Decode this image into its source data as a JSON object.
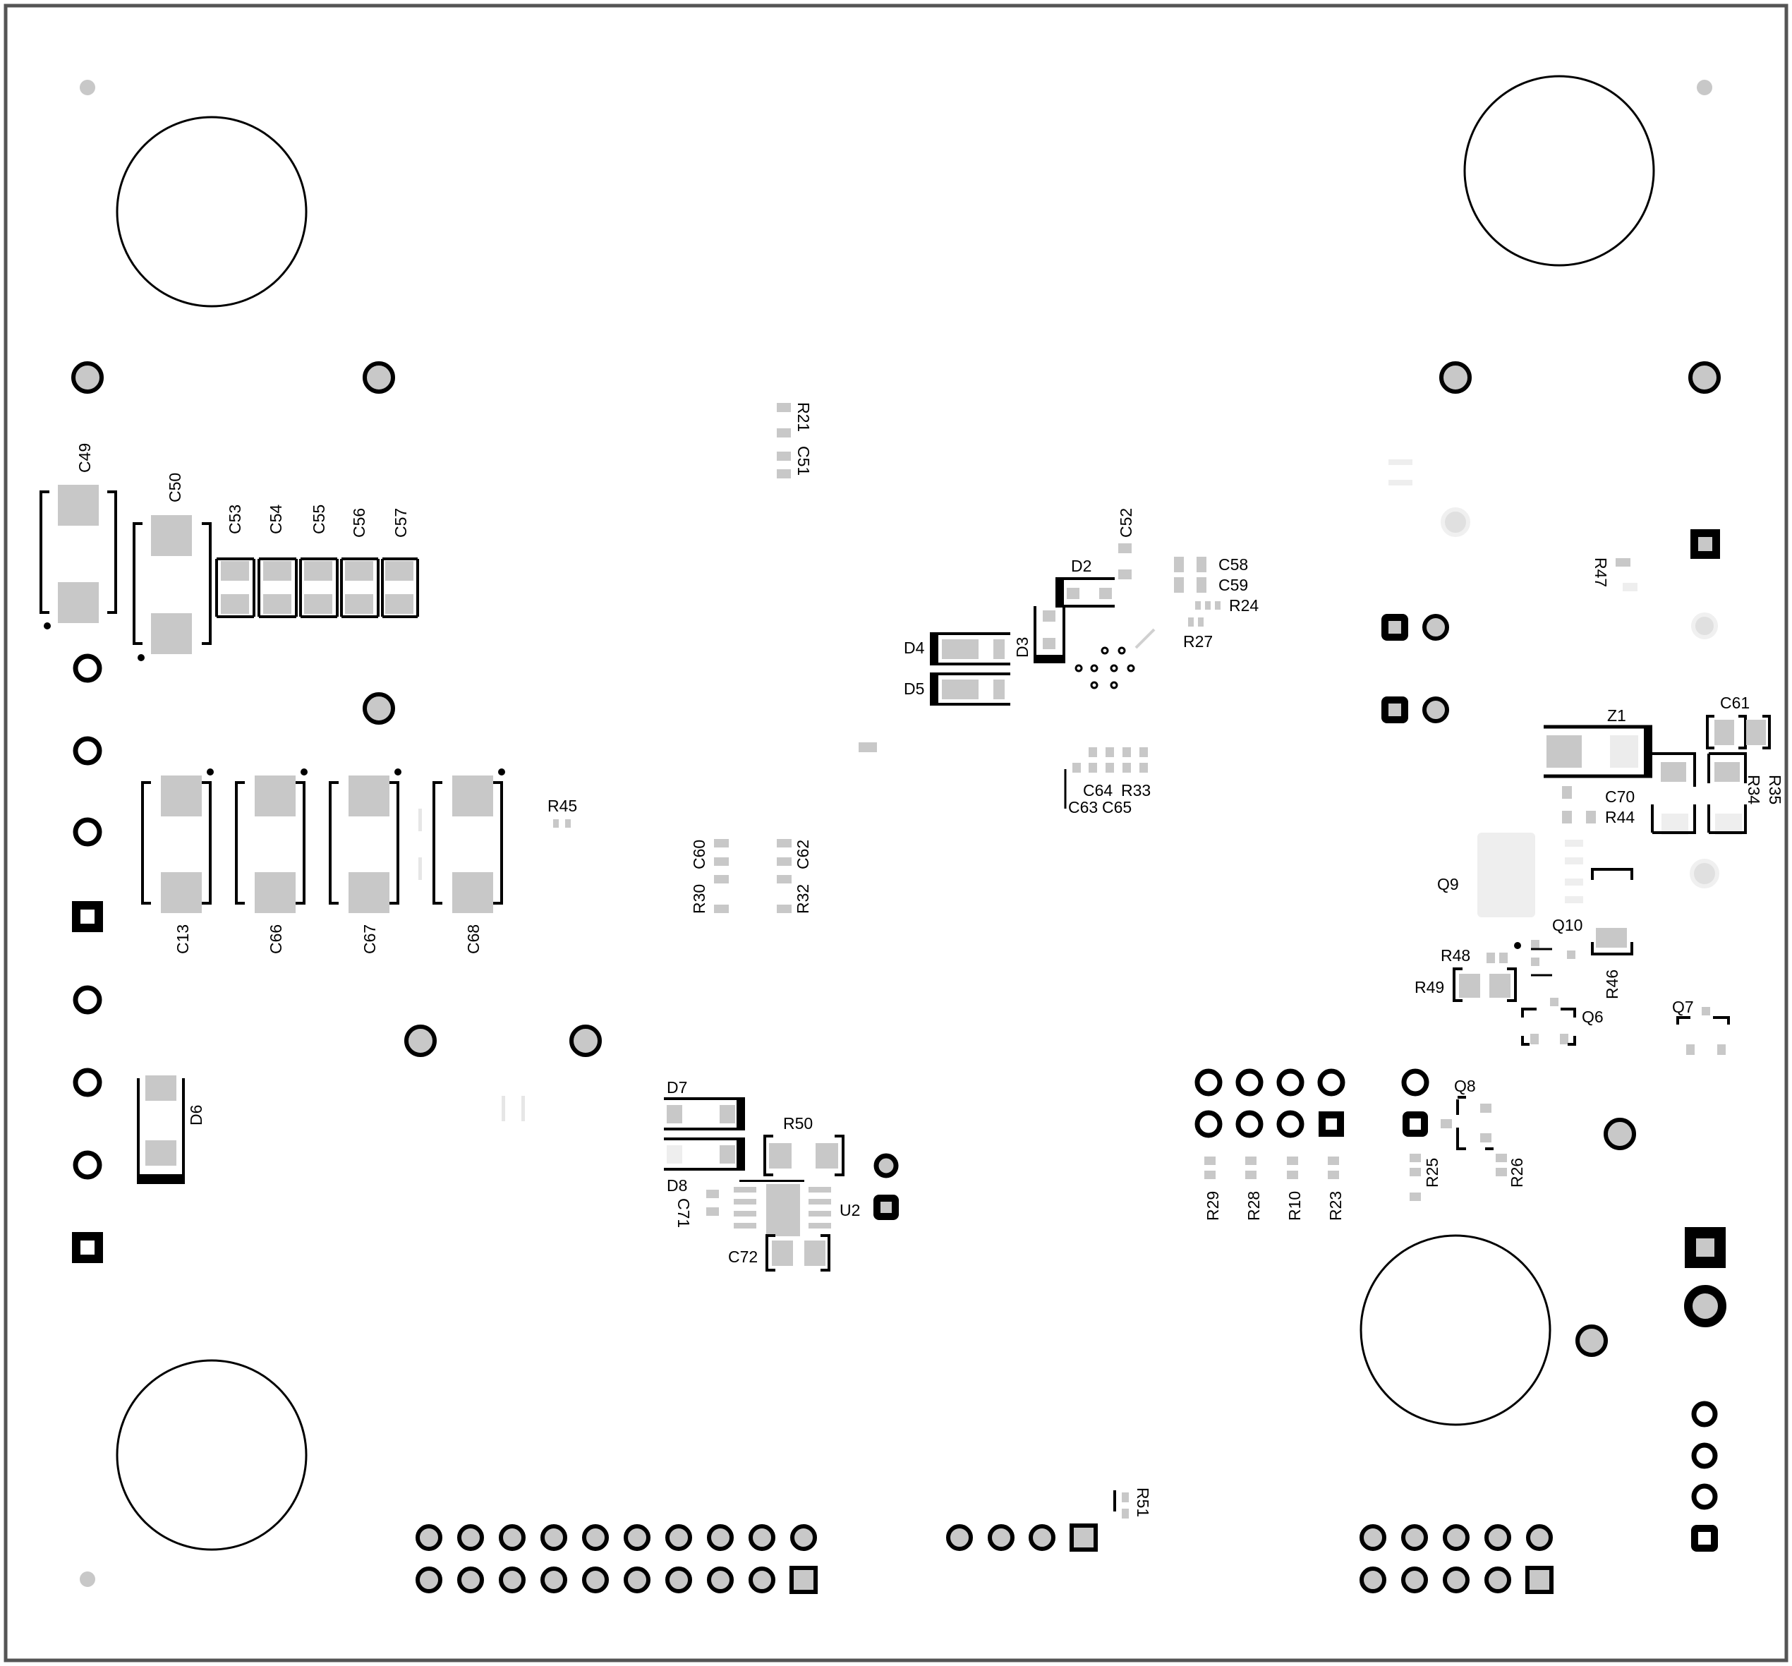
{
  "board": {
    "title": "",
    "designators": {
      "C49": "C49",
      "C50": "C50",
      "C53": "C53",
      "C54": "C54",
      "C55": "C55",
      "C56": "C56",
      "C57": "C57",
      "C13": "C13",
      "C66": "C66",
      "C67": "C67",
      "C68": "C68",
      "R21": "R21",
      "C51": "C51",
      "R45": "R45",
      "R30": "R30",
      "C60": "C60",
      "C62": "C62",
      "R32": "R32",
      "D6": "D6",
      "D7": "D7",
      "D8": "D8",
      "R50": "R50",
      "C71": "C71",
      "U2": "U2",
      "C72": "C72",
      "D2": "D2",
      "D3": "D3",
      "D4": "D4",
      "D5": "D5",
      "C52": "C52",
      "C58": "C58",
      "C59": "C59",
      "R24": "R24",
      "R27": "R27",
      "C64": "C64",
      "R33": "R33",
      "C63": "C63",
      "C65": "C65",
      "R47": "R47",
      "Z1": "Z1",
      "C61": "C61",
      "C70": "C70",
      "R44": "R44",
      "R34": "R34",
      "R35": "R35",
      "Q9": "Q9",
      "Q10": "Q10",
      "R48": "R48",
      "R49": "R49",
      "R46": "R46",
      "Q6": "Q6",
      "Q7": "Q7",
      "Q8": "Q8",
      "R25": "R25",
      "R26": "R26",
      "R29": "R29",
      "R28": "R28",
      "R10": "R10",
      "R23": "R23",
      "R51": "R51"
    }
  },
  "colors": {
    "outline": "#555555",
    "silkscreen": "#000000",
    "pad": "#c8c8c8",
    "faint_pad": "#ececec",
    "background": "#ffffff"
  }
}
